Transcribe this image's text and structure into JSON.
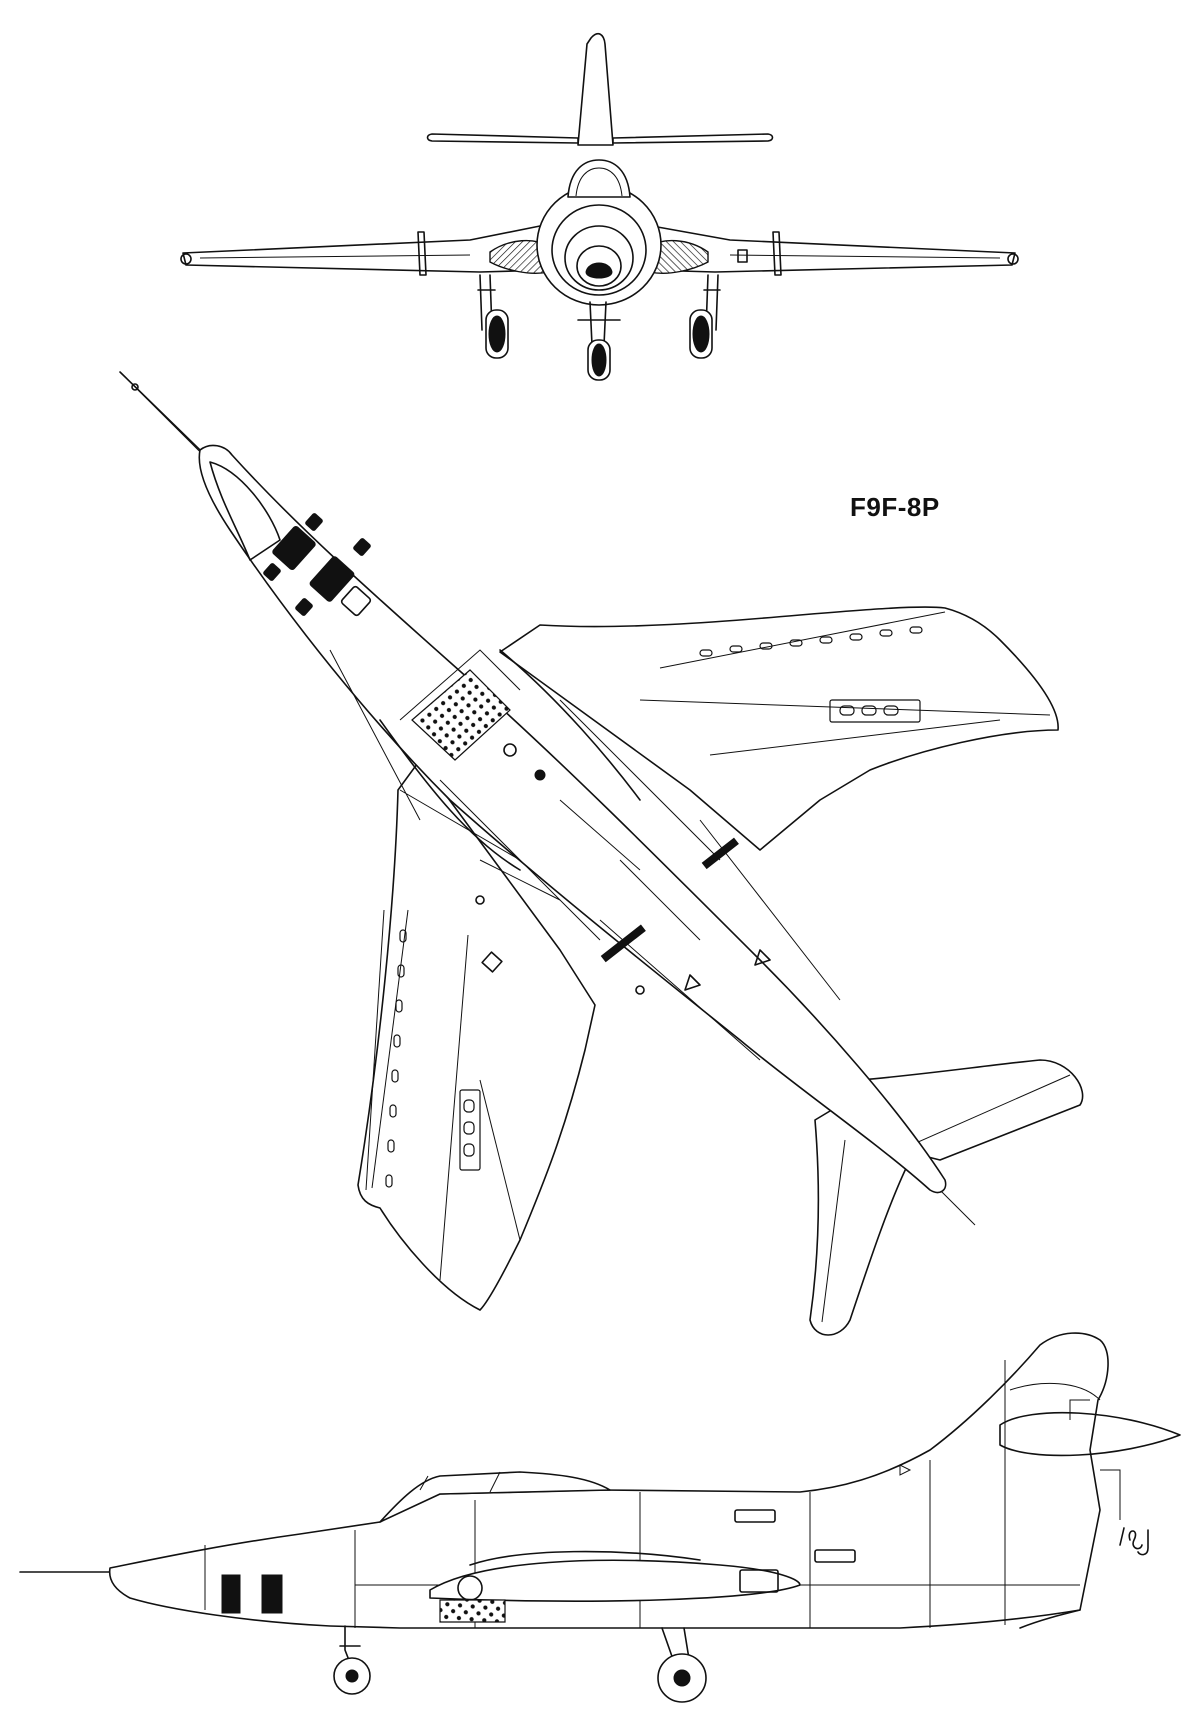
{
  "drawing": {
    "designation": "F9F-8P",
    "signature": "LSJ",
    "views": [
      "front-view",
      "top-view",
      "side-view"
    ]
  }
}
